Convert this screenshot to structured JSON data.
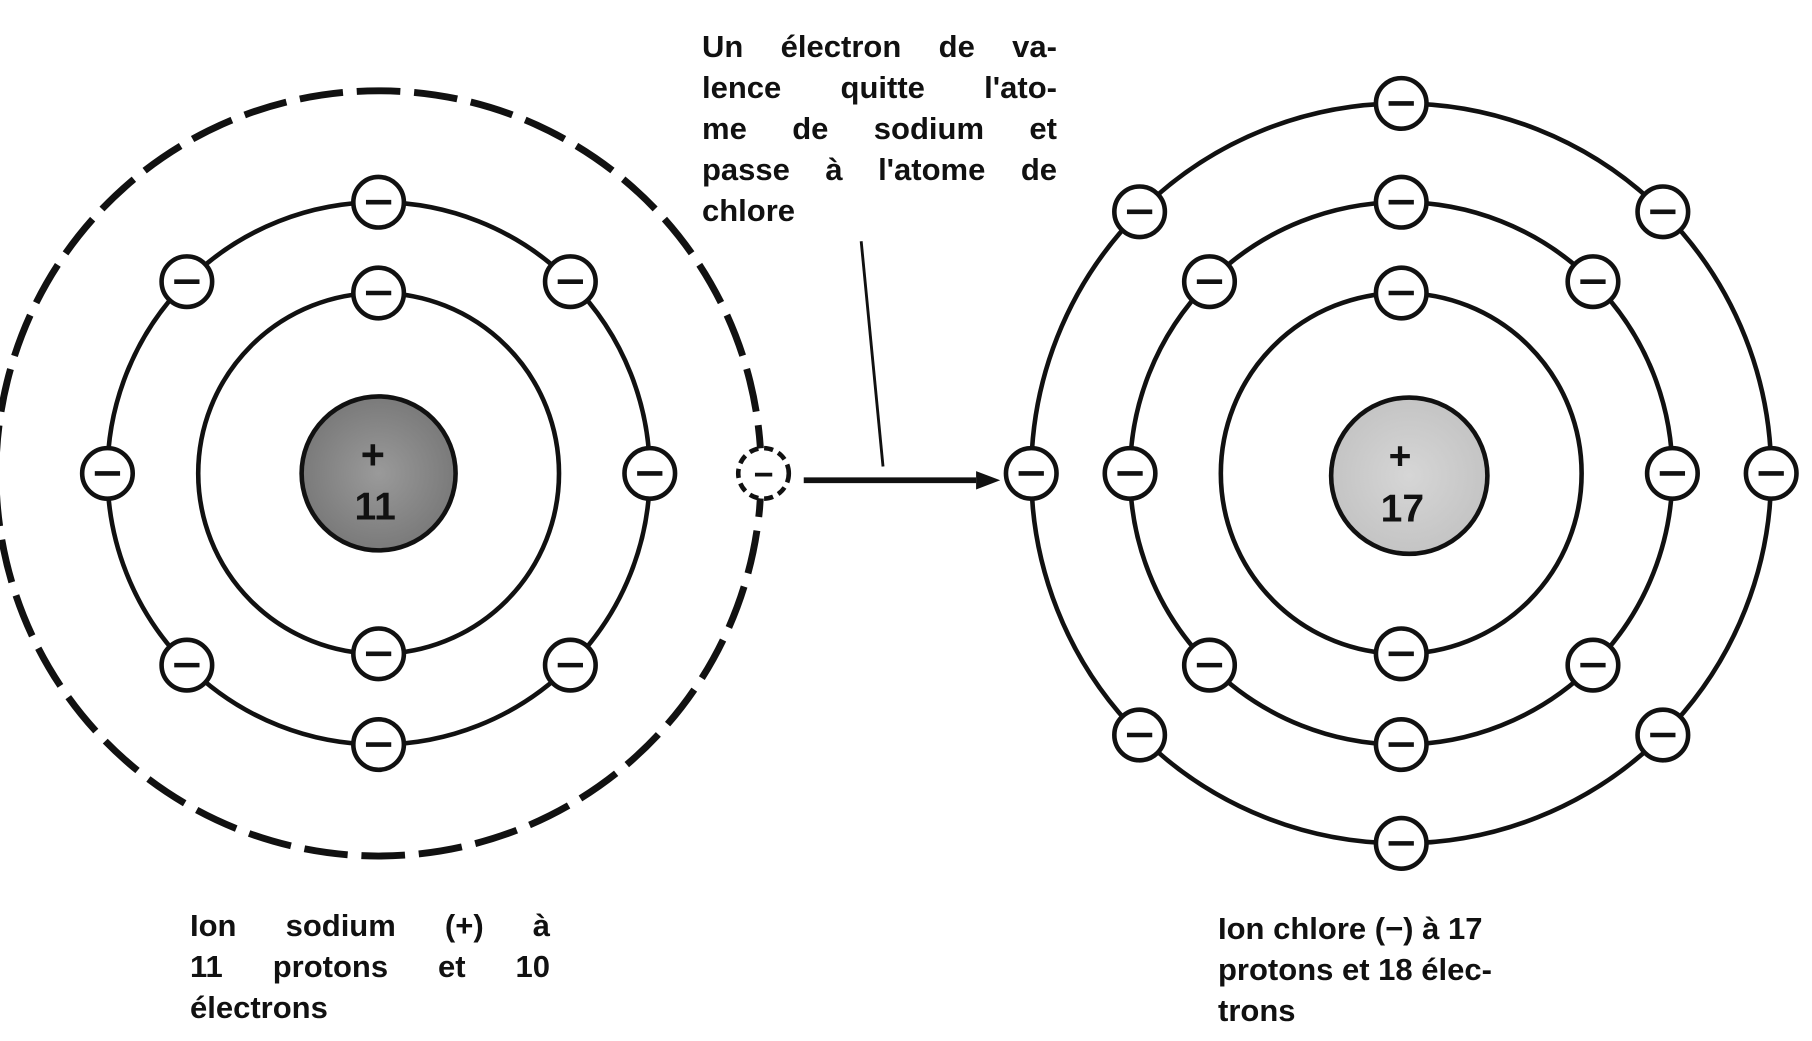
{
  "caption": {
    "lines": [
      "Un électron de va-",
      "lence quitte l'ato-",
      "me de sodium et",
      "passe à l'atome de",
      "chlore"
    ]
  },
  "sodium": {
    "nucleus_sign": "+",
    "nucleus_number": "11",
    "shells": [
      2,
      8
    ],
    "lost_electron_shell": 1,
    "label_lines": [
      "Ion sodium (+) à",
      "11 protons et 10",
      "électrons"
    ]
  },
  "chlorine": {
    "nucleus_sign": "+",
    "nucleus_number": "17",
    "shells": [
      2,
      8,
      8
    ],
    "label_lines": [
      "Ion chlore (−) à 17",
      "protons et 18 élec-",
      "trons"
    ]
  },
  "electron_symbol": "−"
}
